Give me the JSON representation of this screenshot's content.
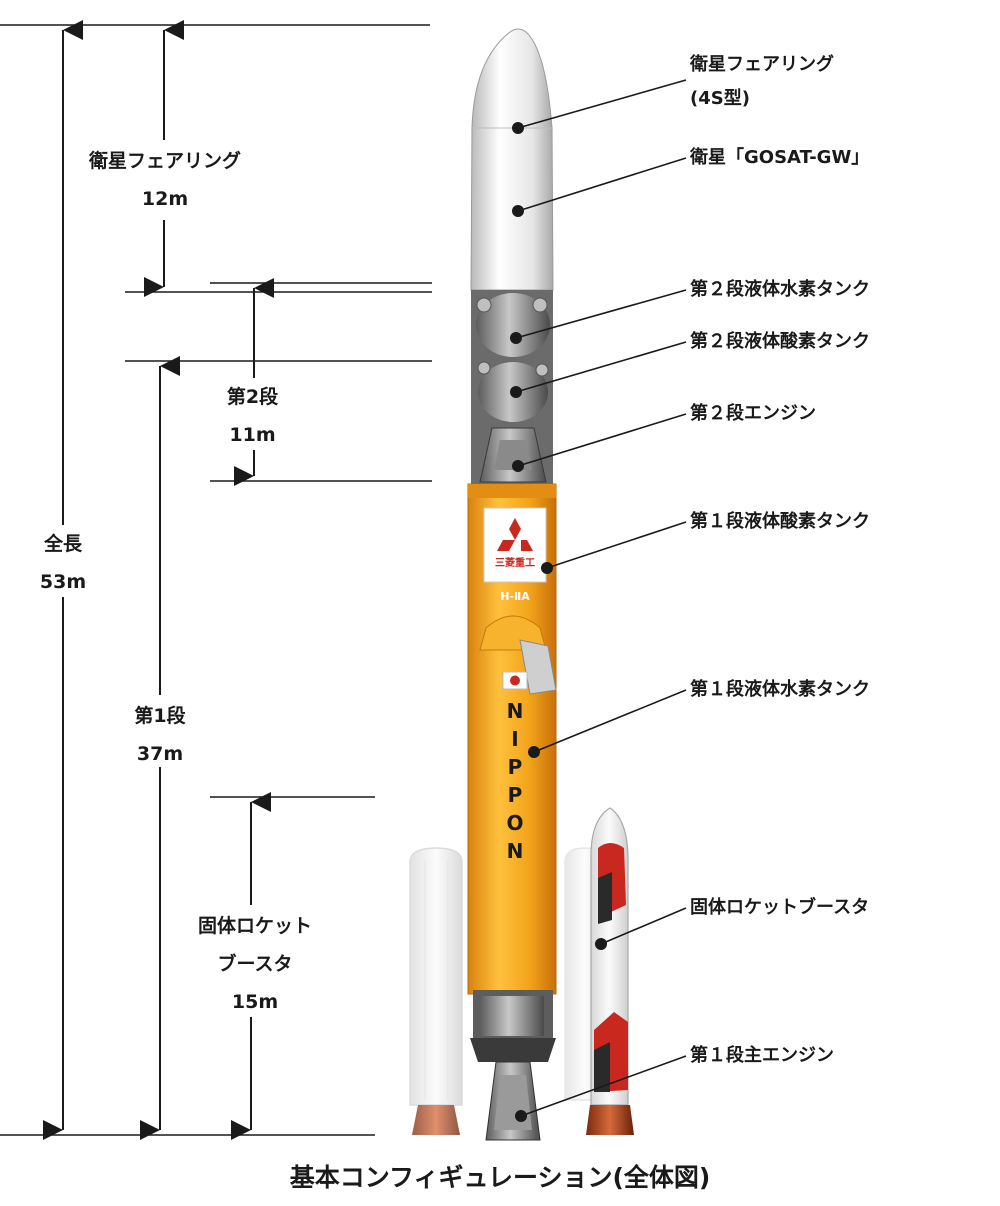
{
  "dimensions": {
    "fairing": {
      "name": "衛星フェアリング",
      "length": "12m"
    },
    "second_stage": {
      "name": "第2段",
      "length": "11m"
    },
    "total": {
      "name": "全長",
      "length": "53m"
    },
    "first_stage": {
      "name": "第1段",
      "length": "37m"
    },
    "srb": {
      "name_line1": "固体ロケット",
      "name_line2": "ブースタ",
      "length": "15m"
    }
  },
  "callouts": [
    {
      "line1": "衛星フェアリング",
      "line2": "(4S型)"
    },
    {
      "line1": "衛星「GOSAT-GW」"
    },
    {
      "line1": "第２段液体水素タンク"
    },
    {
      "line1": "第２段液体酸素タンク"
    },
    {
      "line1": "第２段エンジン"
    },
    {
      "line1": "第１段液体酸素タンク"
    },
    {
      "line1": "第１段液体水素タンク"
    },
    {
      "line1": "固体ロケットブースタ"
    },
    {
      "line1": "第１段主エンジン"
    }
  ],
  "rocket_markings": {
    "maker": "三菱重工",
    "model": "H-ⅡA",
    "country": "NIPPON"
  },
  "caption": "基本コンフィギュレーション(全体図)",
  "colors": {
    "orange": "#F2A31B",
    "fairing_white": "#EDEDED",
    "accent_red": "#C8281E",
    "ink": "#1a1a1a"
  }
}
